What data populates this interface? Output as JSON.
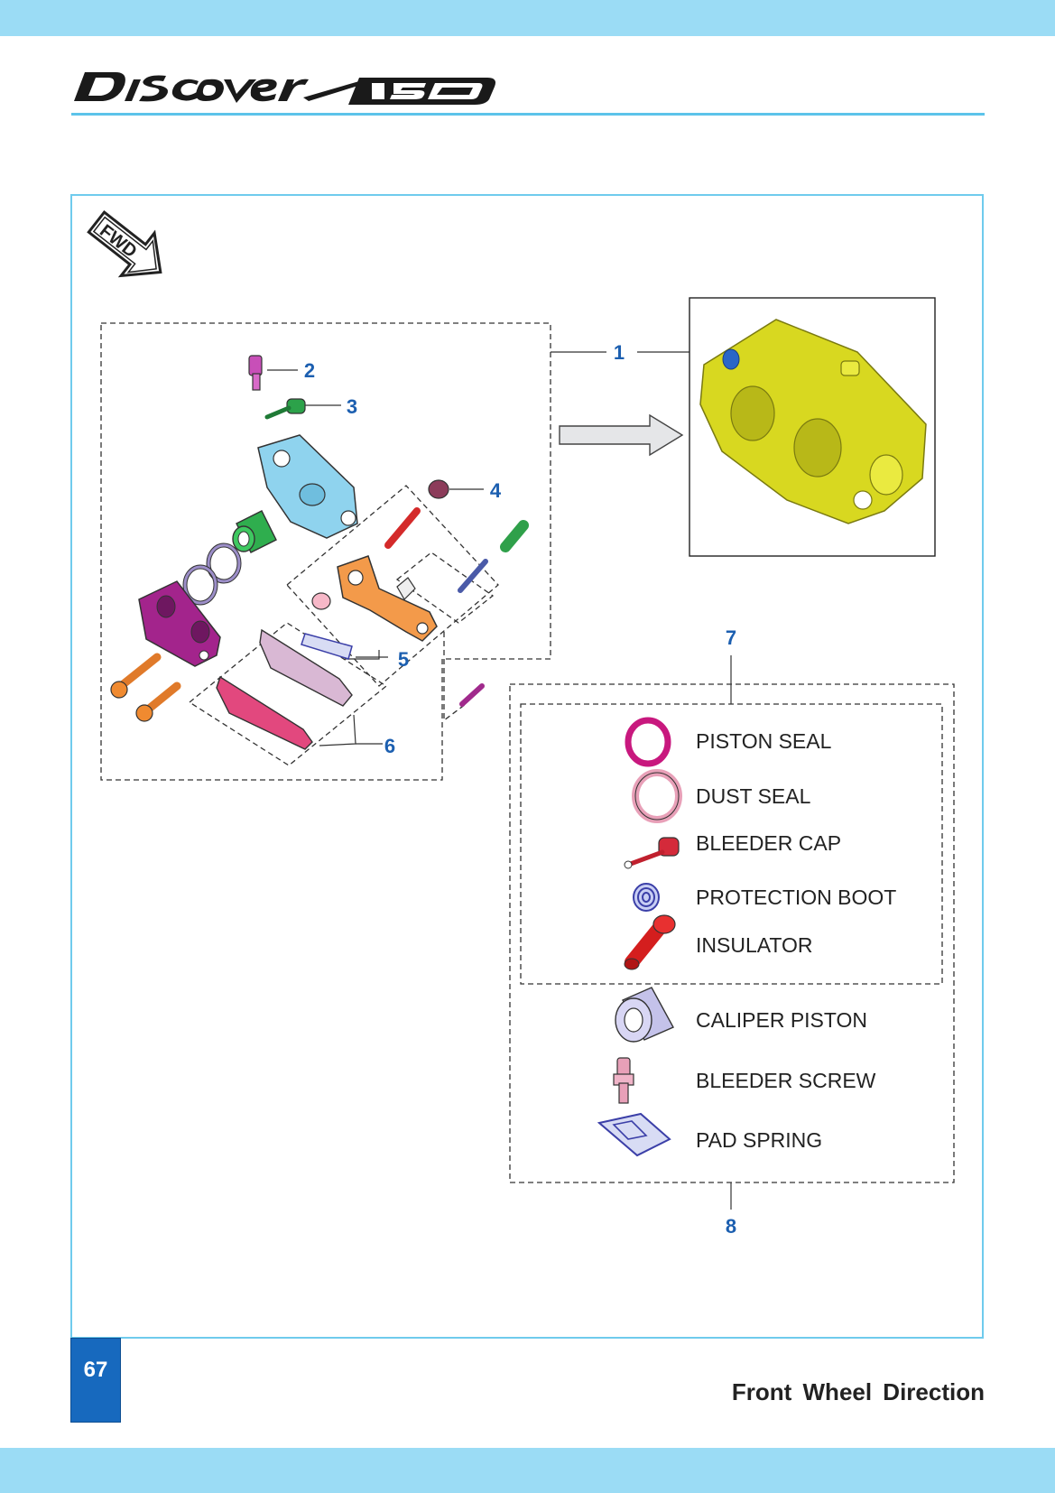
{
  "header": {
    "logo_text": "DISCOVER 150"
  },
  "diagram": {
    "fwd_label": "FWD",
    "callouts": [
      "1",
      "2",
      "3",
      "4",
      "5",
      "6",
      "7",
      "8"
    ],
    "legend_items": [
      {
        "label": "PISTON SEAL",
        "icon": "piston-seal-icon"
      },
      {
        "label": "DUST SEAL",
        "icon": "dust-seal-icon"
      },
      {
        "label": "BLEEDER CAP",
        "icon": "bleeder-cap-icon"
      },
      {
        "label": "PROTECTION BOOT",
        "icon": "protection-boot-icon"
      },
      {
        "label": "INSULATOR",
        "icon": "insulator-icon"
      },
      {
        "label": "CALIPER PISTON",
        "icon": "caliper-piston-icon"
      },
      {
        "label": "BLEEDER SCREW",
        "icon": "bleeder-screw-icon"
      },
      {
        "label": "PAD SPRING",
        "icon": "pad-spring-icon"
      }
    ]
  },
  "footer": {
    "page_number": "67",
    "title": "Front Wheel Direction"
  },
  "colors": {
    "band": "#9bdcf5",
    "frame": "#6fcbed",
    "callout": "#1c5fb0",
    "page_badge": "#1769be"
  }
}
